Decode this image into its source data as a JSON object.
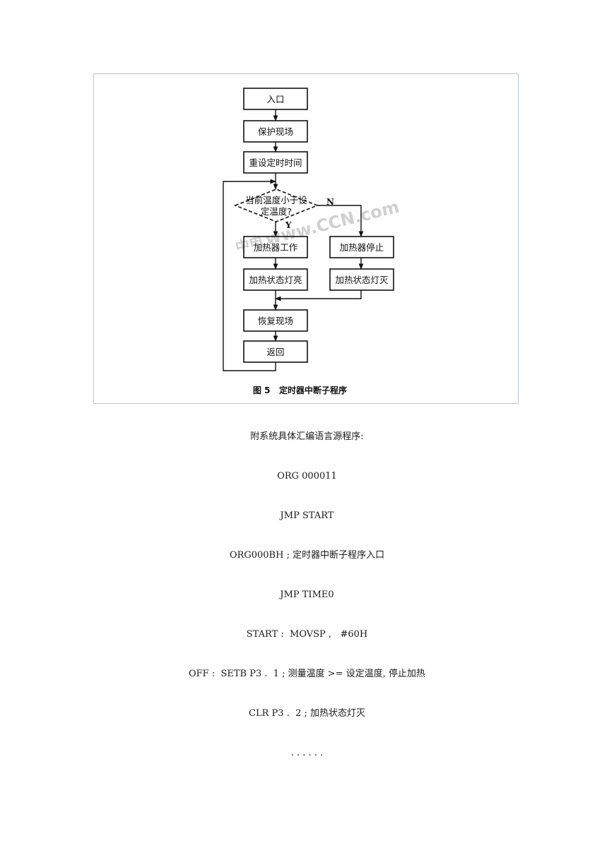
{
  "flowchart": {
    "nodes": {
      "entry": "入口",
      "save_context": "保护现场",
      "reset_timer": "重设定时时间",
      "condition_line1": "当前温度小于设",
      "condition_line2": "定温度?",
      "heater_on": "加热器工作",
      "lamp_on": "加热状态灯亮",
      "heater_off": "加热器停止",
      "lamp_off": "加热状态灯灭",
      "restore_context": "恢复现场",
      "return": "返回"
    },
    "yes_label": "Y",
    "no_label": "N",
    "caption_number": "图 5",
    "caption_title": "定时器中断子程序",
    "watermark": "www.CCN.com",
    "watermark_cn": "中电"
  },
  "text_lines": [
    "附系统具体汇编语言源程序:",
    "ORG 000011",
    "JMP START",
    "ORG000BH ; 定时器中断子程序入口",
    "JMP TIME0",
    "START :  MOVSP ,   #60H",
    "OFF :  SETB P3 .  1 ; 测量温度 >= 设定温度, 停止加热",
    "CLR P3 .  2 ; 加热状态灯灭",
    ". . . . . ."
  ]
}
